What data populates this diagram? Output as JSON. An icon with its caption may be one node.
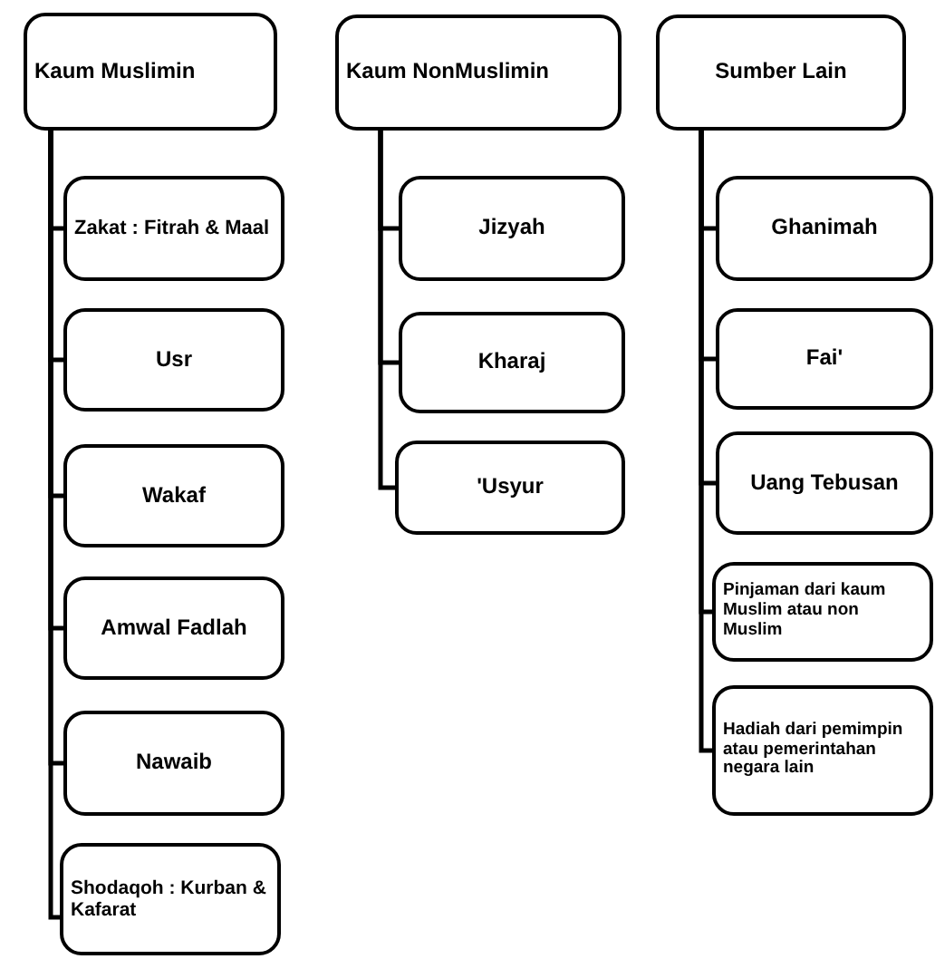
{
  "diagram": {
    "nodes": [
      {
        "text": [
          "Kaum Muslimin"
        ]
      },
      {
        "text": [
          "Zakat : Fitrah & Maal"
        ]
      },
      {
        "text": [
          "Usr"
        ]
      },
      {
        "text": [
          "Wakaf"
        ]
      },
      {
        "text": [
          "Amwal Fadlah"
        ]
      },
      {
        "text": [
          "Nawaib"
        ]
      },
      {
        "text": [
          "Shodaqoh : Kurban & Kafarat"
        ]
      },
      {
        "text": [
          "Kaum NonMuslimin"
        ]
      },
      {
        "text": [
          "Jizyah"
        ]
      },
      {
        "text": [
          "Kharaj"
        ]
      },
      {
        "text": [
          "'Usyur"
        ]
      },
      {
        "text": [
          "Sumber Lain"
        ]
      },
      {
        "text": [
          "Ghanimah"
        ]
      },
      {
        "text": [
          "Fai'"
        ]
      },
      {
        "text": [
          "Uang Tebusan"
        ]
      },
      {
        "text": [
          "Pinjaman dari kaum Muslim atau non Muslim"
        ]
      },
      {
        "text": [
          "Hadiah dari pemimpin atau pemerintahan negara lain"
        ]
      }
    ],
    "edges": [
      {
        "from": 0,
        "to": 1,
        "arrow": "none"
      },
      {
        "from": 0,
        "to": 2,
        "arrow": "none"
      },
      {
        "from": 0,
        "to": 3,
        "arrow": "none"
      },
      {
        "from": 0,
        "to": 4,
        "arrow": "none"
      },
      {
        "from": 0,
        "to": 5,
        "arrow": "none"
      },
      {
        "from": 0,
        "to": 6,
        "arrow": "none"
      },
      {
        "from": 7,
        "to": 8,
        "arrow": "none"
      },
      {
        "from": 7,
        "to": 9,
        "arrow": "none"
      },
      {
        "from": 7,
        "to": 10,
        "arrow": "none"
      },
      {
        "from": 11,
        "to": 12,
        "arrow": "none"
      },
      {
        "from": 11,
        "to": 13,
        "arrow": "none"
      },
      {
        "from": 11,
        "to": 14,
        "arrow": "none"
      },
      {
        "from": 11,
        "to": 15,
        "arrow": "none"
      },
      {
        "from": 11,
        "to": 16,
        "arrow": "none"
      }
    ]
  }
}
